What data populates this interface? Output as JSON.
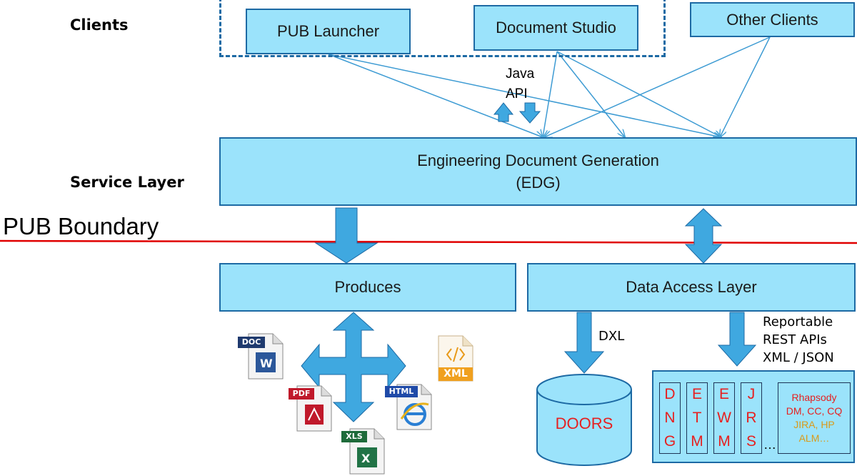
{
  "layers": {
    "clients": "Clients",
    "service": "Service Layer",
    "boundary": "PUB Boundary"
  },
  "clients": {
    "pub_launcher": "PUB Launcher",
    "document_studio": "Document Studio",
    "other_clients": "Other Clients"
  },
  "api": {
    "line1": "Java",
    "line2": "API"
  },
  "edg": {
    "line1": "Engineering Document Generation",
    "line2": "(EDG)"
  },
  "produces": "Produces",
  "data_access": "Data Access Layer",
  "dxl": "DXL",
  "reportable": [
    "Reportable",
    "REST APIs",
    "XML / JSON"
  ],
  "doors": "DOORS",
  "repositories": {
    "dng": [
      "D",
      "N",
      "G"
    ],
    "etm": [
      "E",
      "T",
      "M"
    ],
    "ewm": [
      "E",
      "W",
      "M"
    ],
    "jrs": [
      "J",
      "R",
      "S"
    ],
    "ellipsis": "…",
    "others": [
      "Rhapsody",
      "DM, CC, CQ",
      "JIRA, HP",
      "ALM…"
    ]
  },
  "files": {
    "doc": "DOC",
    "pdf": "PDF",
    "xls": "XLS",
    "html": "HTML",
    "xml": "XML"
  },
  "colors": {
    "box_fill": "#9be3fb",
    "box_border": "#1d6aa4",
    "arrow_fill": "#3fa8e0",
    "boundary_line": "#e00000",
    "repo_text_red": "#e62020",
    "repo_text_orange": "#d99a1a"
  }
}
